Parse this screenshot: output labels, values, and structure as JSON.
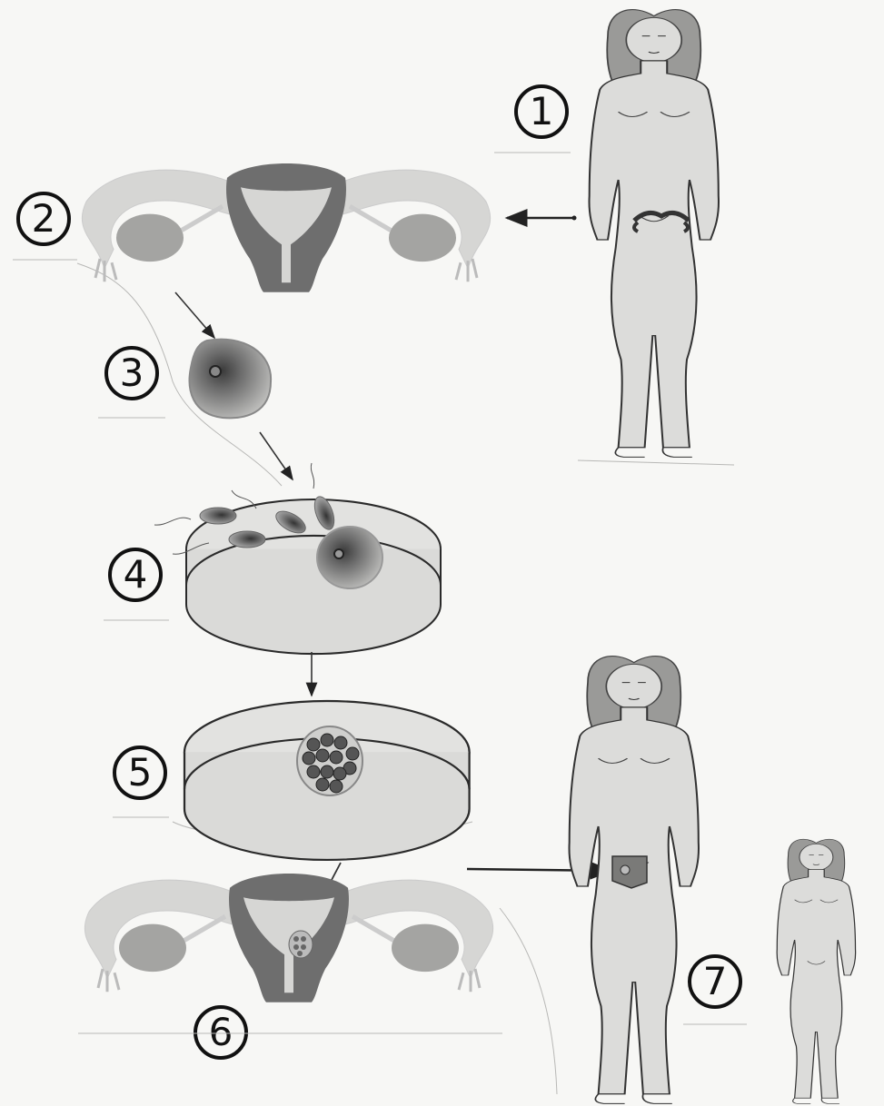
{
  "steps": [
    {
      "number": "1"
    },
    {
      "number": "2"
    },
    {
      "number": "3"
    },
    {
      "number": "4"
    },
    {
      "number": "5"
    },
    {
      "number": "6"
    },
    {
      "number": "7"
    }
  ],
  "colors": {
    "background": "#f7f7f5",
    "body_fill": "#dcdcda",
    "uterus_dark": "#6e6e6e",
    "uterus_light": "#d6d6d4",
    "ovary": "#a4a4a2",
    "line": "#2a2a2a"
  },
  "icons": [
    "woman-figure-icon",
    "uterus-icon",
    "egg-cell-icon",
    "sperm-icon",
    "petri-dish-icon",
    "embryo-icon",
    "child-figure-icon"
  ]
}
